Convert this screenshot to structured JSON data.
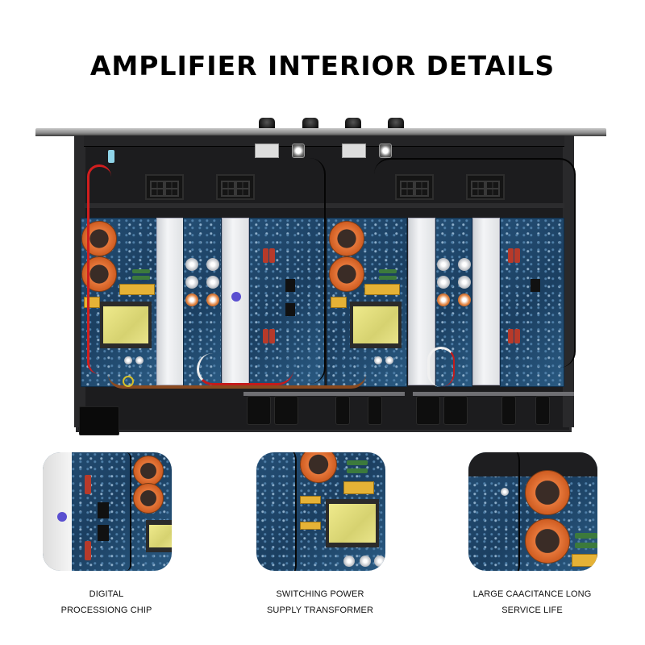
{
  "header": {
    "title": "AMPLIFIER INTERIOR DETAILS"
  },
  "main_image": {
    "subject": "amplifier-interior-top-view",
    "knob_count": 4,
    "amplifier_modules": 2,
    "colors": {
      "chassis": "#1c1c1e",
      "pcb": "#1f4668",
      "inductor": "#e0692c",
      "transformer": "#e3de80",
      "heatsink": "#eceef0",
      "wire_red": "#d32020",
      "wire_brown": "#8a4a1f"
    }
  },
  "features": [
    {
      "id": "digital-chip",
      "caption_line1": "DIGITAL",
      "caption_line2": "PROCESSIONG CHIP"
    },
    {
      "id": "power-transformer",
      "caption_line1": "SWITCHING POWER",
      "caption_line2": "SUPPLY TRANSFORMER"
    },
    {
      "id": "large-capacitance",
      "caption_line1": "LARGE CAACITANCE LONG",
      "caption_line2": "SERVICE LIFE"
    }
  ]
}
